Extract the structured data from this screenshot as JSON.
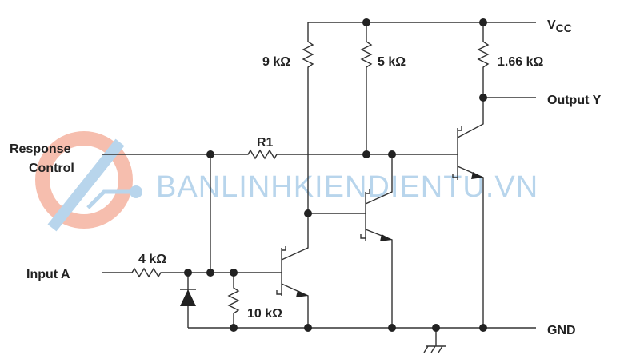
{
  "labels": {
    "vcc": "V",
    "vcc_sub": "CC",
    "output": "Output Y",
    "gnd": "GND",
    "response1": "Response",
    "response2": "Control",
    "input": "Input A",
    "r1": "R1",
    "r_9k": "9 kΩ",
    "r_5k": "5 kΩ",
    "r_166k": "1.66 kΩ",
    "r_4k": "4 kΩ",
    "r_10k": "10 kΩ"
  },
  "watermark": "BANLINHKIENDIENTU.VN",
  "colors": {
    "wire": "#333333",
    "watermark_blue": "#7fb4de",
    "watermark_orange": "#f08a6c"
  }
}
